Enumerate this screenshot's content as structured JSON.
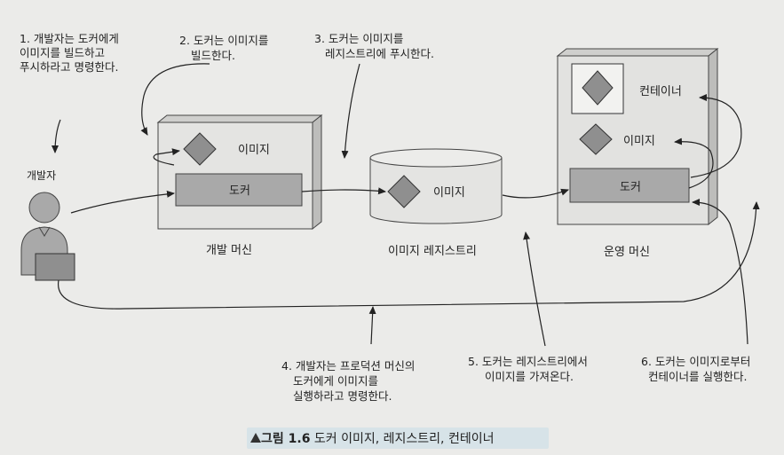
{
  "steps": {
    "s1": [
      "1. 개발자는 도커에게",
      "이미지를 빌드하고",
      "푸시하라고 명령한다."
    ],
    "s2": [
      "2. 도커는 이미지를",
      "빌드한다."
    ],
    "s3": [
      "3. 도커는 이미지를",
      "레지스트리에 푸시한다."
    ],
    "s4": [
      "4. 개발자는 프로덕션 머신의",
      "도커에게 이미지를",
      "실행하라고 명령한다."
    ],
    "s5": [
      "5. 도커는 레지스트리에서",
      "이미지를 가져온다."
    ],
    "s6": [
      "6. 도커는 이미지로부터",
      "컨테이너를 실행한다."
    ]
  },
  "actors": {
    "developer": "개발자"
  },
  "dev_machine": {
    "title": "개발 머신",
    "image": "이미지",
    "docker": "도커"
  },
  "registry": {
    "title": "이미지 레지스트리",
    "image": "이미지"
  },
  "prod_machine": {
    "title": "운영 머신",
    "container": "컨테이너",
    "image": "이미지",
    "docker": "도커"
  },
  "caption": {
    "prefix": "그림 1.6",
    "text": "도커 이미지, 레지스트리, 컨테이너"
  },
  "colors": {
    "box": "#a9a9a9",
    "panel": "#e2e2e0",
    "diamond": "#8f8f8f",
    "caption_bg": "#d7e3e8"
  }
}
